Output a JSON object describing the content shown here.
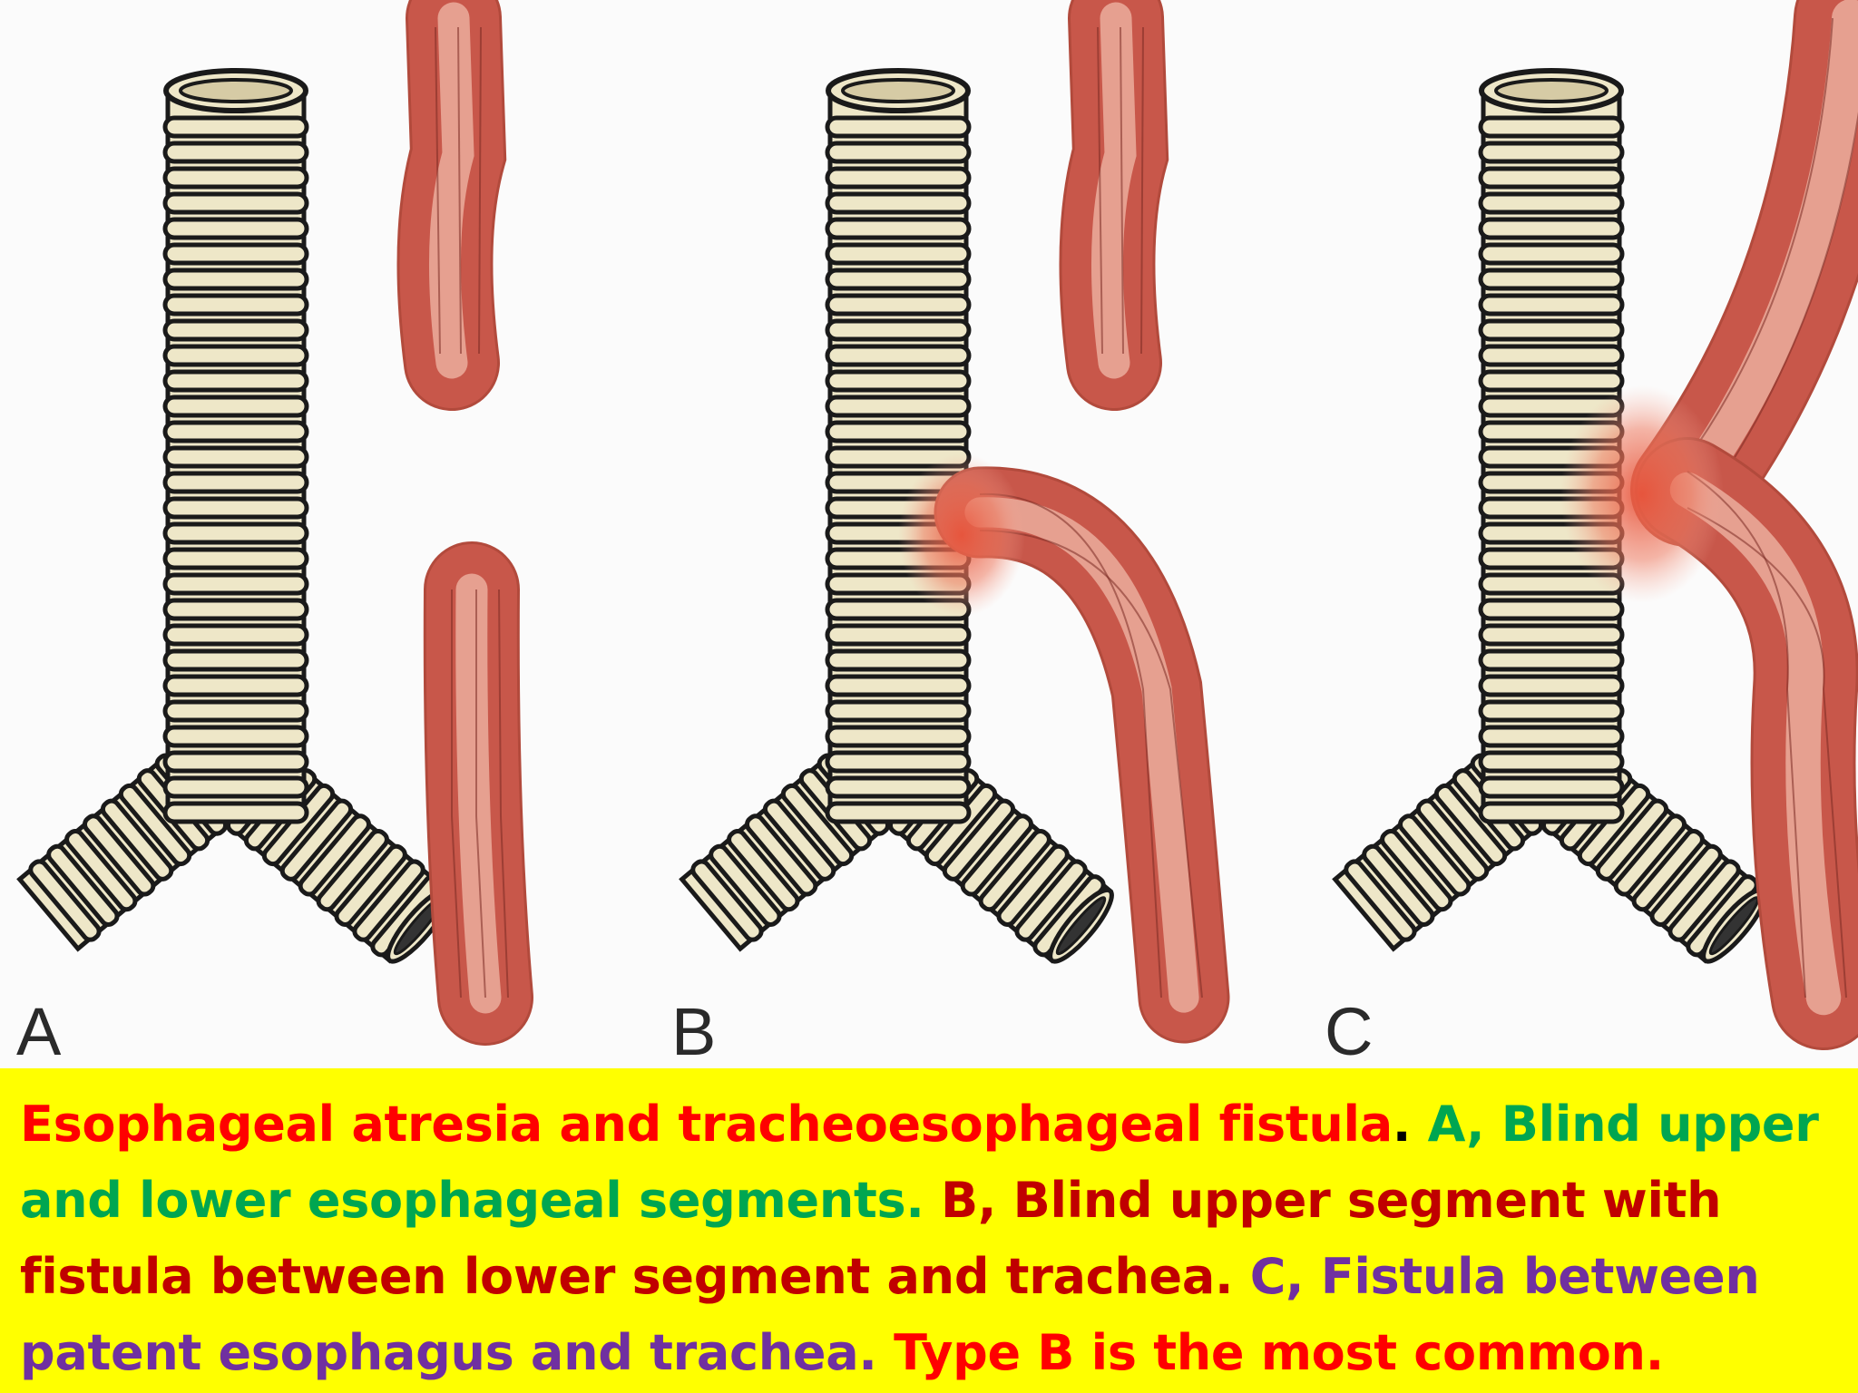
{
  "figure": {
    "panels": [
      {
        "label": "A"
      },
      {
        "label": "B"
      },
      {
        "label": "C"
      }
    ],
    "colors": {
      "trachea_ring": "#eee7c8",
      "trachea_outline": "#1a1a1a",
      "esophagus": "#c8574a",
      "esophagus_light": "#f0b8a8",
      "fistula_glow": "#ee6e55"
    }
  },
  "caption": {
    "background": "#ffff00",
    "segments": [
      {
        "text": "Esophageal atresia and tracheoesophageal fistula",
        "color": "red"
      },
      {
        "text": ". ",
        "color": "black"
      },
      {
        "text": "A, Blind upper and lower esophageal segments. ",
        "color": "green"
      },
      {
        "text": "B, Blind upper segment with fistula between lower segment and trachea. ",
        "color": "darkred"
      },
      {
        "text": "C, Fistula between patent esophagus and trachea. ",
        "color": "purple"
      },
      {
        "text": "Type B is the most common.",
        "color": "red"
      }
    ]
  }
}
